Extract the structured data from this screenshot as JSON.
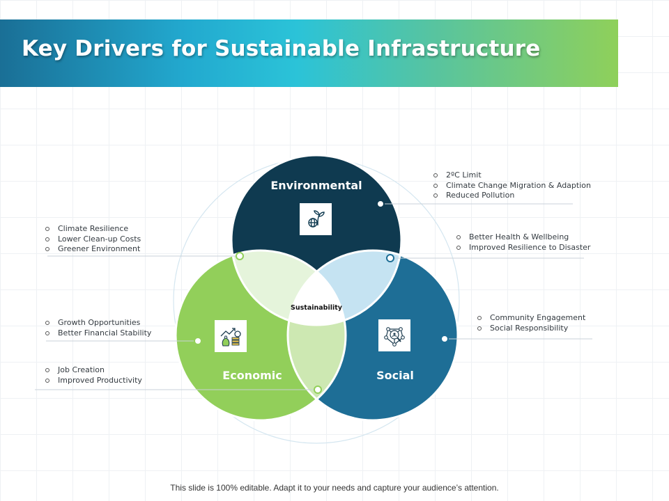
{
  "title": "Key Drivers for Sustainable Infrastructure",
  "footer": "This slide is 100% editable. Adapt it to your needs and capture your audience’s attention.",
  "colors": {
    "environmental": "#0f3a50",
    "economic": "#92cf5a",
    "social": "#1e6e96",
    "env_econ_overlap": "#e5f4db",
    "env_social_overlap": "#c5e3f2",
    "econ_social_overlap": "#cde8b2"
  },
  "venn": {
    "environmental": {
      "label": "Environmental",
      "icon": "globe-plant-icon"
    },
    "economic": {
      "label": "Economic",
      "icon": "money-growth-icon"
    },
    "social": {
      "label": "Social",
      "icon": "network-people-icon"
    },
    "center": {
      "label": "Sustainability"
    }
  },
  "callouts": {
    "environmental": [
      "2ºC Limit",
      "Climate Change Migration & Adaption",
      "Reduced Pollution"
    ],
    "env_social": [
      "Better Health & Wellbeing",
      "Improved Resilience to Disaster"
    ],
    "social": [
      "Community Engagement",
      "Social Responsibility"
    ],
    "env_econ": [
      "Climate Resilience",
      "Lower Clean-up Costs",
      "Greener Environment"
    ],
    "economic": [
      "Growth Opportunities",
      "Better Financial Stability"
    ],
    "econ_social": [
      "Job Creation",
      "Improved Productivity"
    ]
  }
}
